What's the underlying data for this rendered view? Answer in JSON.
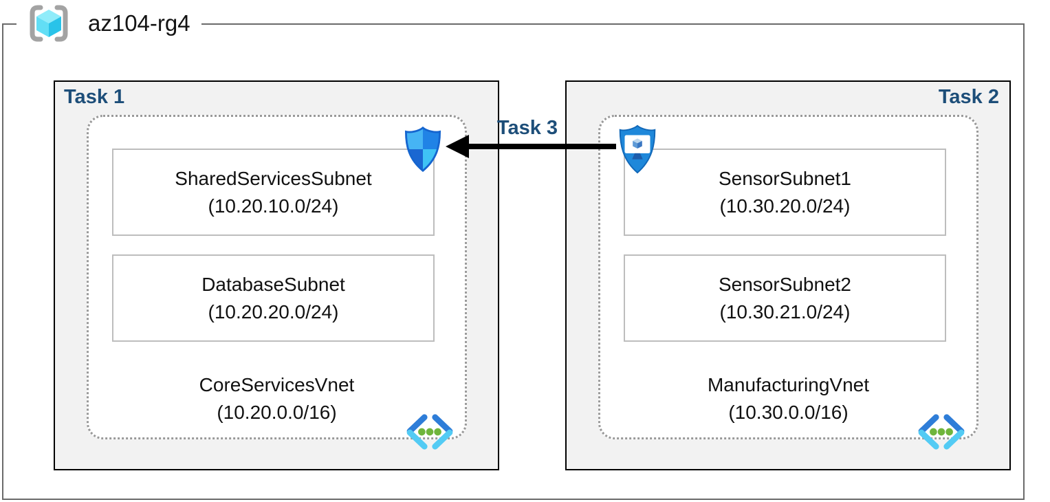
{
  "header": {
    "resource_group": "az104-rg4"
  },
  "tasks": {
    "task1_label": "Task 1",
    "task2_label": "Task 2",
    "task3_label": "Task 3"
  },
  "vnets": [
    {
      "name": "CoreServicesVnet",
      "cidr": "(10.20.0.0/16)",
      "subnets": [
        {
          "name": "SharedServicesSubnet",
          "cidr": "(10.20.10.0/24)"
        },
        {
          "name": "DatabaseSubnet",
          "cidr": "(10.20.20.0/24)"
        }
      ]
    },
    {
      "name": "ManufacturingVnet",
      "cidr": "(10.30.0.0/16)",
      "subnets": [
        {
          "name": "SensorSubnet1",
          "cidr": "(10.30.20.0/24)"
        },
        {
          "name": "SensorSubnet2",
          "cidr": "(10.30.21.0/24)"
        }
      ]
    }
  ],
  "icons": {
    "resource_group": "resource-group-icon",
    "defender_shield": "network-security-shield-icon",
    "app_security_group": "application-security-group-icon",
    "virtual_network": "virtual-network-icon",
    "arrow": "arrow-pointing-left"
  },
  "colors": {
    "task_label": "#1d4e79",
    "task_box_bg": "#f2f2f2",
    "task_box_border": "#000000",
    "outer_border": "#6a6a6a",
    "subnet_border": "#bdbdbd",
    "dashed_border": "#999999",
    "arrow": "#000000",
    "shield_quadrants": [
      "#46b4f4",
      "#2083e6",
      "#1a67d2",
      "#3fc3f5"
    ],
    "asg_shield": "#1f88da",
    "vnet_chevron_dark": "#2e7dd8",
    "vnet_chevron_light": "#53cbf4",
    "vnet_dots": "#6fb53c"
  }
}
